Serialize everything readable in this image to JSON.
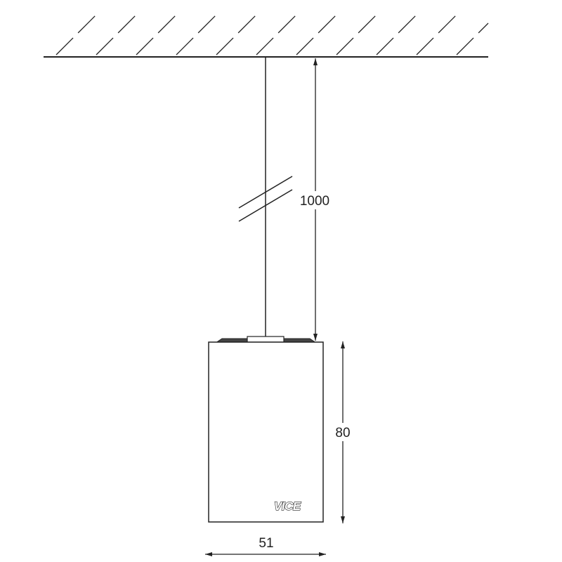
{
  "drawing": {
    "colors": {
      "line": "#222222",
      "background": "#ffffff"
    },
    "dimensions": {
      "cable_length": "1000",
      "body_height": "80",
      "body_width": "51"
    },
    "logo_text": "VICE"
  }
}
